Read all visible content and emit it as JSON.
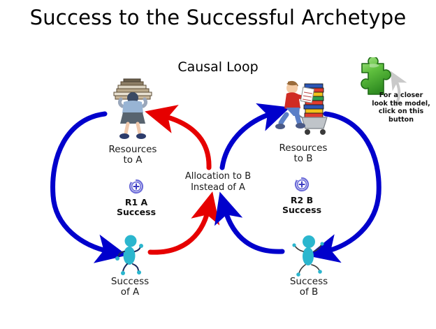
{
  "title": "Success to the Successful Archetype",
  "subtitle": "Causal Loop",
  "nodes": {
    "resources_a": {
      "line1": "Resources",
      "line2": "to A",
      "icon": "person-carrying-books-icon"
    },
    "resources_b": {
      "line1": "Resources",
      "line2": "to B",
      "icon": "person-pushing-book-cart-icon"
    },
    "success_a": {
      "line1": "Success",
      "line2": "of A",
      "icon": "running-stick-figure-icon"
    },
    "success_b": {
      "line1": "Success",
      "line2": "of B",
      "icon": "celebrating-stick-figure-icon"
    },
    "allocation": {
      "line1": "Allocation to B",
      "line2": "Instead of A"
    }
  },
  "loops": {
    "left": {
      "id": "R1  A",
      "word": "Success",
      "icon": "reinforcing-loop-plus-icon",
      "polarity": "+"
    },
    "right": {
      "id": "R2  B",
      "word": "Success",
      "icon": "reinforcing-loop-plus-icon",
      "polarity": "+"
    }
  },
  "button": {
    "icon": "green-puzzle-piece-icon",
    "pointer_icon": "curved-arrow-icon",
    "hint_lines": [
      "For a closer",
      "look the model,",
      "click on this",
      "button"
    ]
  },
  "links": [
    {
      "name": "resources-a-to-success-a",
      "from": "Resources to A",
      "to": "Success of A",
      "color": "#0000CC",
      "polarity": "+"
    },
    {
      "name": "success-a-to-allocation",
      "from": "Success of A",
      "to": "Allocation to B Instead of A",
      "color": "#E60000",
      "polarity": "+"
    },
    {
      "name": "allocation-to-resources-a",
      "from": "Allocation to B Instead of A",
      "to": "Resources to A",
      "color": "#E60000",
      "polarity": "-"
    },
    {
      "name": "allocation-to-resources-b",
      "from": "Allocation to B Instead of A",
      "to": "Resources to B",
      "color": "#0000CC",
      "polarity": "+"
    },
    {
      "name": "resources-b-to-success-b",
      "from": "Resources to B",
      "to": "Success of B",
      "color": "#0000CC",
      "polarity": "+"
    },
    {
      "name": "success-b-to-allocation",
      "from": "Success of B",
      "to": "Allocation to B Instead of A",
      "color": "#0000CC",
      "polarity": "+"
    }
  ],
  "colors": {
    "blue": "#0000CC",
    "red": "#E60000",
    "loop_icon": "#6A6AD8",
    "puzzle_green": "#46B23C",
    "figure_teal": "#26B3C8",
    "text": "#1a1a1a"
  }
}
